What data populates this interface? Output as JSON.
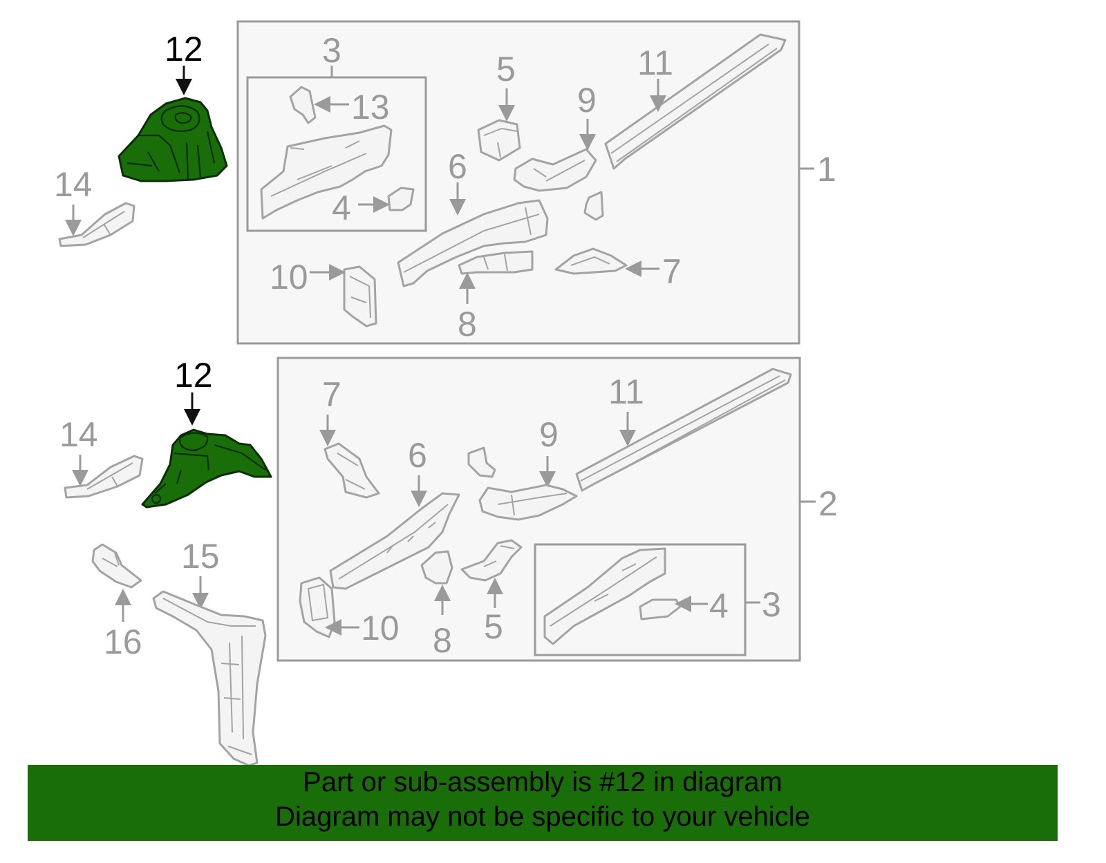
{
  "callouts": {
    "assembly_1": "1",
    "assembly_2": "2",
    "top": {
      "c3": "3",
      "c4": "4",
      "c5": "5",
      "c6": "6",
      "c7": "7",
      "c8": "8",
      "c9": "9",
      "c10": "10",
      "c11": "11",
      "c12": "12",
      "c13": "13",
      "c14": "14"
    },
    "bottom": {
      "c3": "3",
      "c4": "4",
      "c5": "5",
      "c6": "6",
      "c7": "7",
      "c8": "8",
      "c9": "9",
      "c10": "10",
      "c11": "11",
      "c12": "12",
      "c14": "14",
      "c15": "15",
      "c16": "16"
    }
  },
  "highlighted_part": "12",
  "colors": {
    "highlight": "#1a6e0a",
    "outline": "#9a9a9a",
    "banner": "#1a6e0a"
  },
  "banner": {
    "line1": "Part or sub-assembly is #12 in diagram",
    "line2": "Diagram may not be specific to your vehicle"
  }
}
